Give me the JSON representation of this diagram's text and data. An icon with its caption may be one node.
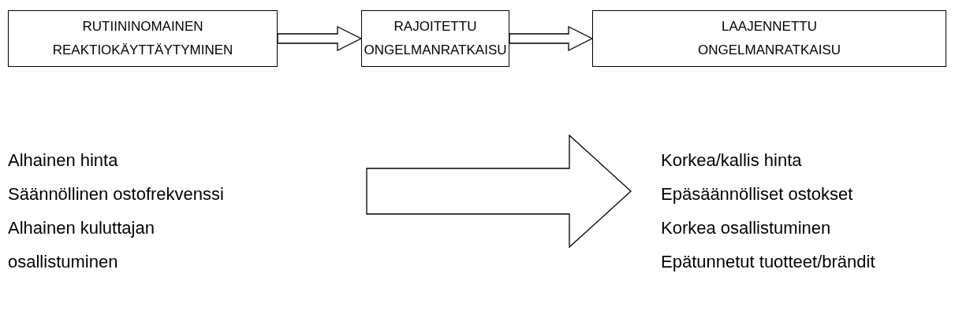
{
  "diagram": {
    "nodes": [
      {
        "text": [
          "RUTIININOMAINEN REAKTIOKÄYTTÄYTYMINEN"
        ]
      },
      {
        "text": [
          "RAJOITETTU ONGELMANRATKAISU"
        ]
      },
      {
        "text": [
          "LAAJENNETTU ONGELMANRATKAISU"
        ]
      },
      {
        "text": [
          "Alhainen hinta",
          "Säännöllinen ostofrekvenssi",
          "Alhainen kuluttajan osallistuminen"
        ]
      },
      {
        "text": [
          "Korkea/kallis hinta",
          "Epäsäännölliset ostokset",
          "Korkea osallistuminen",
          "Epätunnetut tuotteet/brändit"
        ]
      }
    ],
    "edges": [
      {
        "from": 0,
        "to": 1,
        "arrow": "to"
      },
      {
        "from": 1,
        "to": 2,
        "arrow": "to"
      },
      {
        "from": 3,
        "to": 4,
        "arrow": "to",
        "style": "thick"
      }
    ]
  }
}
